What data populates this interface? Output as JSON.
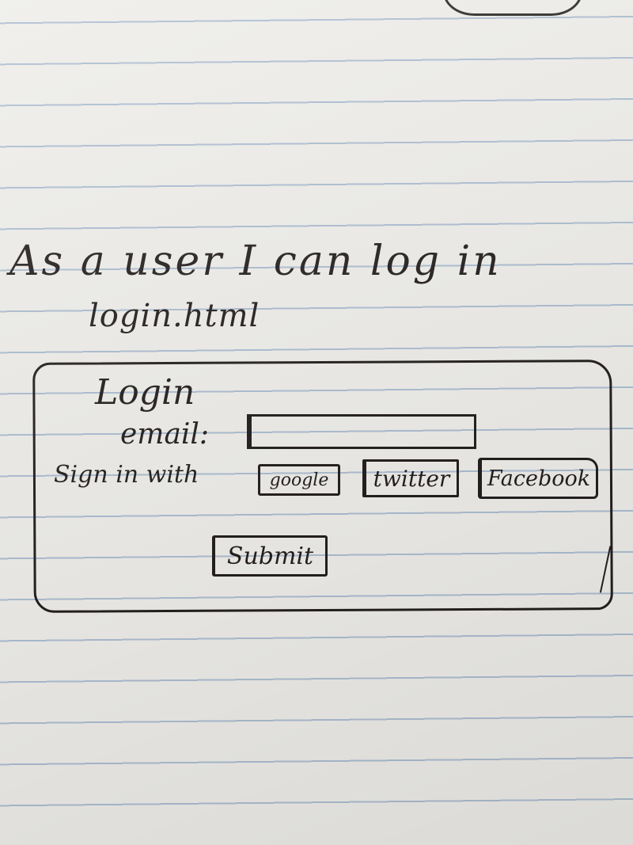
{
  "user_story": "As a user I can log in",
  "page_file": "login.html",
  "login_form": {
    "title": "Login",
    "email_label": "email:",
    "email_value": "",
    "sign_in_with_label": "Sign in with",
    "social_buttons": {
      "google": "google",
      "twitter": "twitter",
      "facebook": "Facebook"
    },
    "submit_label": "Submit"
  }
}
